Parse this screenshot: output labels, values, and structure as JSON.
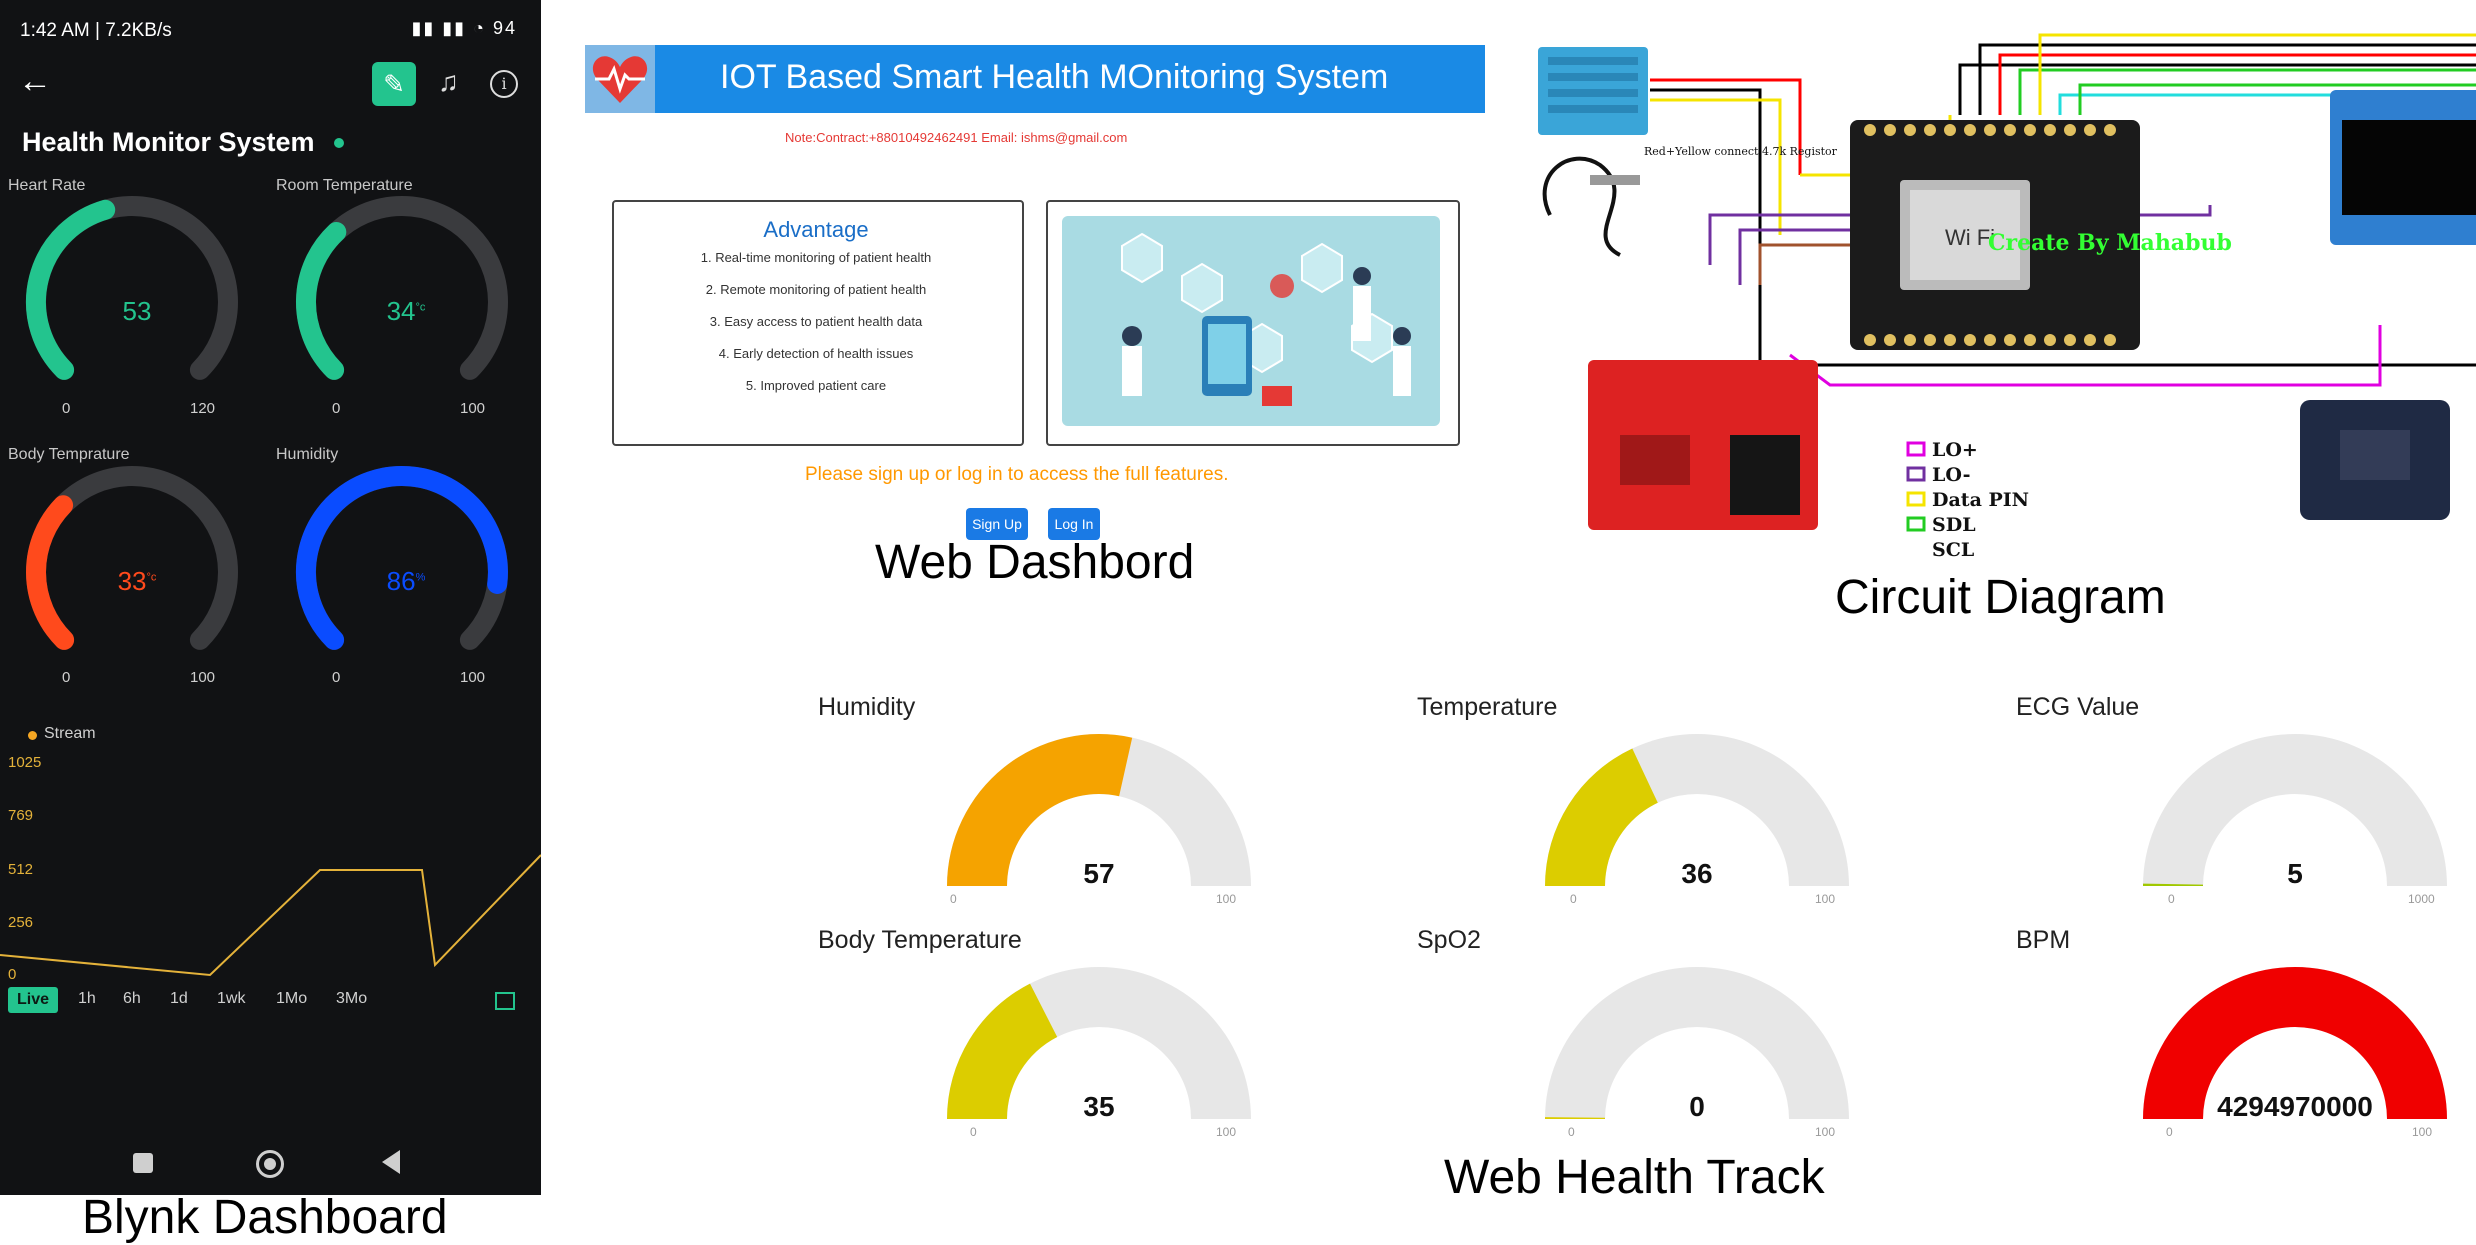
{
  "phone": {
    "status_time": "1:42 AM | 7.2KB/s",
    "status_right": "▮▮ ▮▮ ◔ 94",
    "app_title": "Health Monitor System",
    "gauges": [
      {
        "label": "Heart Rate",
        "value": "53",
        "min": "0",
        "max": "120",
        "level": 0.44,
        "color": "#23c48e"
      },
      {
        "label": "Room Temperature",
        "value": "34",
        "unit": "°c",
        "min": "0",
        "max": "100",
        "level": 0.34,
        "color": "#23c48e"
      },
      {
        "label": "Body Temprature",
        "value": "33",
        "unit": "°c",
        "min": "0",
        "max": "100",
        "level": 0.33,
        "color": "#ff4a1c"
      },
      {
        "label": "Humidity",
        "value": "86",
        "unit": "%",
        "min": "0",
        "max": "100",
        "level": 0.86,
        "color": "#0a4cff"
      }
    ],
    "stream_label": "Stream",
    "y_ticks": [
      "1025",
      "769",
      "512",
      "256",
      "0"
    ],
    "ranges": [
      "Live",
      "1h",
      "6h",
      "1d",
      "1wk",
      "1Mo",
      "3Mo"
    ],
    "icons": [
      "back-arrow-icon",
      "wrench-icon",
      "bell-icon",
      "info-icon"
    ],
    "accent": "#23c48e"
  },
  "captions": {
    "blynk": "Blynk Dashboard",
    "web": "Web Dashbord",
    "circuit": "Circuit Diagram",
    "track": "Web Health Track"
  },
  "web": {
    "title": "IOT Based Smart Health MOnitoring System",
    "note": "Note:Contract:+88010492462491 Email: ishms@gmail.com",
    "advantage_title": "Advantage",
    "advantages": [
      "1. Real-time monitoring of patient health",
      "2. Remote monitoring of patient health",
      "3. Easy access to patient health data",
      "4. Early detection of health issues",
      "5. Improved patient care"
    ],
    "signup_note": "Please sign up or log in to access the full features.",
    "signup_label": "Sign Up",
    "login_label": "Log In",
    "header_color": "#1a8ae5"
  },
  "circuit": {
    "watermark": "Create By Mahabub",
    "sensor_note": "Red+Yellow connect 4.7k Registor",
    "legend": [
      {
        "label": "LO+",
        "color": "#e000e0"
      },
      {
        "label": "LO-",
        "color": "#7030a0"
      },
      {
        "label": "Data PIN",
        "color": "#f5e400"
      },
      {
        "label": "SDL",
        "color": "#22cc22"
      },
      {
        "label": "SCL",
        "color": "#22dddd"
      }
    ]
  },
  "track": {
    "gauges": [
      {
        "label": "Humidity",
        "value": "57",
        "min": "0",
        "max": "100",
        "level": 0.57,
        "color": "#f5a300"
      },
      {
        "label": "Temperature",
        "value": "36",
        "min": "0",
        "max": "100",
        "level": 0.36,
        "color": "#dccd00"
      },
      {
        "label": "ECG Value",
        "value": "5",
        "min": "0",
        "max": "1000",
        "level": 0.005,
        "color": "#a0c800"
      },
      {
        "label": "Body Temperature",
        "value": "35",
        "min": "0",
        "max": "100",
        "level": 0.35,
        "color": "#dccd00"
      },
      {
        "label": "SpO2",
        "value": "0",
        "min": "0",
        "max": "100",
        "level": 0.0,
        "color": "#dccd00"
      },
      {
        "label": "BPM",
        "value": "4294970000",
        "min": "0",
        "max": "100",
        "level": 1.0,
        "color": "#f00000"
      }
    ]
  }
}
